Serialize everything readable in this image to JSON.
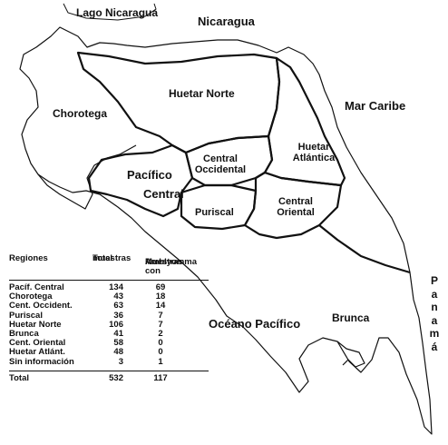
{
  "map": {
    "neighbors": {
      "lake": "Lago Nicaragua",
      "north_country": "Nicaragua",
      "sea_east": "Mar Caribe",
      "ocean": "Océano Pacífico",
      "south_country_letters": [
        "P",
        "a",
        "n",
        "a",
        "m",
        "á"
      ]
    },
    "regions": {
      "chorotega": "Chorotega",
      "huetar_norte": "Huetar Norte",
      "central_occidental": [
        "Central",
        "Occidental"
      ],
      "pacifico_central": [
        "Pacífico",
        "Central"
      ],
      "huetar_atlantica": [
        "Huetar",
        "Atlántica"
      ],
      "puriscal": "Puriscal",
      "central_oriental": [
        "Central",
        "Oriental"
      ],
      "brunca": "Brunca"
    }
  },
  "table": {
    "headers": {
      "regiones": "Regiones",
      "total": [
        "Total",
        "muestras"
      ],
      "amblyomma": [
        "Muestras con",
        "Amblyomma"
      ]
    },
    "rows": [
      {
        "region": "Pacíf. Central",
        "total": "134",
        "amblyomma": "69"
      },
      {
        "region": "Chorotega",
        "total": "43",
        "amblyomma": "18"
      },
      {
        "region": "Cent. Occident.",
        "total": "63",
        "amblyomma": "14"
      },
      {
        "region": "Puriscal",
        "total": "36",
        "amblyomma": "7"
      },
      {
        "region": "Huetar Norte",
        "total": "106",
        "amblyomma": "7"
      },
      {
        "region": "Brunca",
        "total": "41",
        "amblyomma": "2"
      },
      {
        "region": "Cent. Oriental",
        "total": "58",
        "amblyomma": "0"
      },
      {
        "region": "Huetar Atlánt.",
        "total": "48",
        "amblyomma": "0"
      },
      {
        "region": "Sin información",
        "total": "3",
        "amblyomma": "1"
      }
    ],
    "footer": {
      "label": "Total",
      "total": "532",
      "amblyomma": "117"
    }
  }
}
